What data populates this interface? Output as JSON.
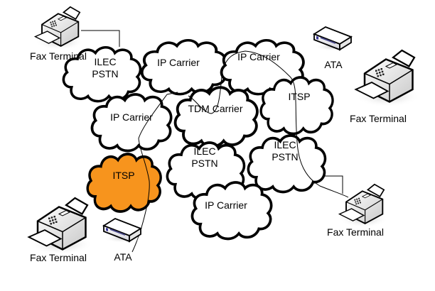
{
  "diagram": {
    "title": "Fax over IP network path",
    "colors": {
      "cloud_fill": "#ffffff",
      "highlight_fill": "#f7941d",
      "outline": "#000000"
    },
    "clouds": [
      {
        "id": "ilec-pstn-top",
        "lines": [
          "ILEC",
          "PSTN"
        ],
        "highlighted": false
      },
      {
        "id": "ip-carrier-top",
        "lines": [
          "IP Carrier"
        ],
        "highlighted": false
      },
      {
        "id": "ip-carrier-right",
        "lines": [
          "IP Carrier"
        ],
        "highlighted": false
      },
      {
        "id": "itsp-right",
        "lines": [
          "ITSP"
        ],
        "highlighted": false
      },
      {
        "id": "ip-carrier-mid",
        "lines": [
          "IP Carrier"
        ],
        "highlighted": false
      },
      {
        "id": "tdm-carrier",
        "lines": [
          "TDM Carrier"
        ],
        "highlighted": false
      },
      {
        "id": "itsp-left",
        "lines": [
          "ITSP"
        ],
        "highlighted": true
      },
      {
        "id": "ilec-pstn-mid",
        "lines": [
          "ILEC",
          "PSTN"
        ],
        "highlighted": false
      },
      {
        "id": "ilec-pstn-right",
        "lines": [
          "ILEC",
          "PSTN"
        ],
        "highlighted": false
      },
      {
        "id": "ip-carrier-bottom",
        "lines": [
          "IP Carrier"
        ],
        "highlighted": false
      }
    ],
    "devices": [
      {
        "id": "fax-top-left",
        "type": "fax-icon",
        "label": "Fax Terminal"
      },
      {
        "id": "ata-top-right",
        "type": "ata-icon",
        "label": "ATA"
      },
      {
        "id": "fax-right",
        "type": "fax-icon",
        "label": "Fax Terminal"
      },
      {
        "id": "fax-bottom-right",
        "type": "fax-icon",
        "label": "Fax Terminal"
      },
      {
        "id": "fax-bottom-left",
        "type": "fax-icon",
        "label": "Fax Terminal"
      },
      {
        "id": "ata-bottom-left",
        "type": "ata-icon",
        "label": "ATA"
      }
    ]
  }
}
